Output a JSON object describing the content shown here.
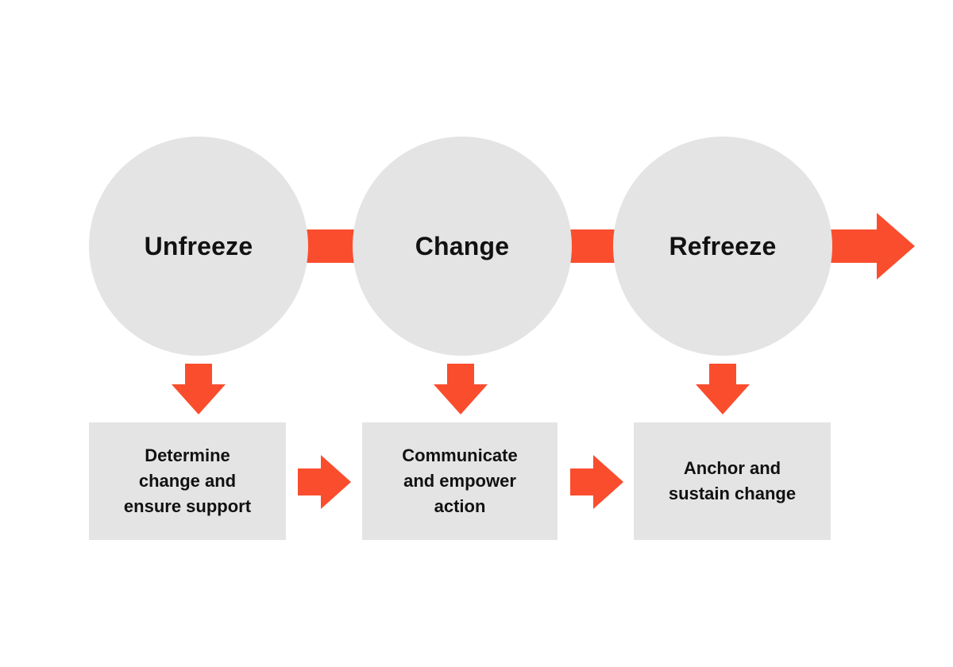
{
  "colors": {
    "background": "#ffffff",
    "shape_fill": "#e4e4e4",
    "arrow": "#fa4d2e",
    "text": "#111111"
  },
  "stages": [
    {
      "title": "Unfreeze",
      "action": "Determine\nchange and\nensure support"
    },
    {
      "title": "Change",
      "action": "Communicate\nand empower\naction"
    },
    {
      "title": "Refreeze",
      "action": "Anchor and\nsustain change"
    }
  ],
  "icons": {
    "main_arrow": "arrow-right-icon",
    "down_arrow": "arrow-down-icon",
    "step_arrow": "arrow-right-icon"
  }
}
